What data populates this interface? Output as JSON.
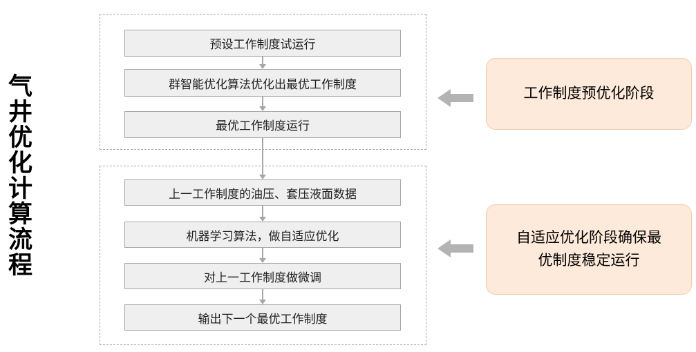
{
  "title": "气井优化计算流程",
  "flow": {
    "stage1": {
      "steps": [
        "预设工作制度试运行",
        "群智能优化算法优化出最优工作制度",
        "最优工作制度运行"
      ]
    },
    "stage2": {
      "steps": [
        "上一工作制度的油压、套压液面数据",
        "机器学习算法，做自适应优化",
        "对上一工作制度做微调",
        "输出下一个最优工作制度"
      ]
    }
  },
  "callouts": [
    {
      "label": "工作制度预优化阶段"
    },
    {
      "label": "自适应优化阶段确保最\n优制度稳定运行"
    }
  ],
  "colors": {
    "step_fill": "#efefef",
    "step_border": "#a6a6a6",
    "stage_border": "#a6a6a6",
    "connector_arrow": "#a6a6a6",
    "block_arrow": "#b3b3b3",
    "callout_fill": "#fdeada",
    "callout_border": "#f5cbad",
    "title_text": "#000000",
    "step_text": "#1f1f1f"
  }
}
